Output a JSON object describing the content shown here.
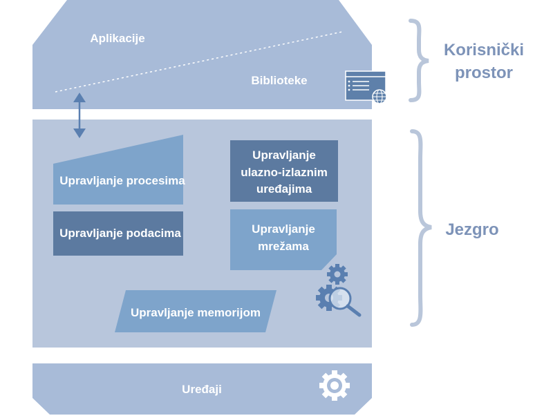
{
  "user_space": {
    "applications_label": "Aplikacije",
    "libraries_label": "Biblioteke",
    "side_label_line1": "Korisnički",
    "side_label_line2": "prostor"
  },
  "kernel": {
    "side_label": "Jezgro",
    "process_management": "Upravljanje procesima",
    "data_management": "Upravljanje podacima",
    "io_management_line1": "Upravljanje",
    "io_management_line2": "ulazno-izlaznim",
    "io_management_line3": "uređajima",
    "network_management_line1": "Upravljanje",
    "network_management_line2": "mrežama",
    "memory_management": "Upravljanje memorijom"
  },
  "devices": {
    "label": "Uređaji"
  },
  "colors": {
    "layer_top": "#a8bbd8",
    "layer_kernel": "#b8c6dc",
    "module_dark": "#5c7aa0",
    "module_mid": "#7ea4cb",
    "arrow": "#5a7fb0",
    "side_text": "#7d93b8"
  },
  "icons": {
    "library": "browser-window-globe-icon",
    "kernel": "gears-magnifier-icon",
    "devices": "gear-icon",
    "interface": "double-arrow-icon"
  }
}
